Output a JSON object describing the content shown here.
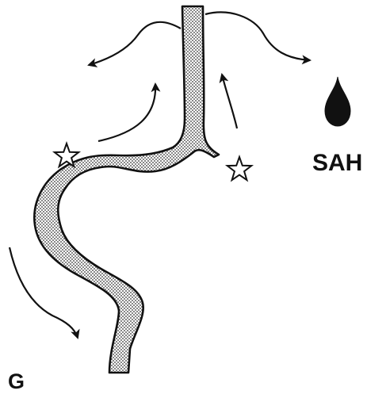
{
  "figure": {
    "panel_label": "G",
    "sah_label": "SAH",
    "colors": {
      "ink": "#111111",
      "vessel_fill": "#c9c9c9",
      "background": "#ffffff"
    },
    "icons": [
      "artery-vessel",
      "flow-arrow",
      "star-icon",
      "blood-drop-icon"
    ]
  }
}
